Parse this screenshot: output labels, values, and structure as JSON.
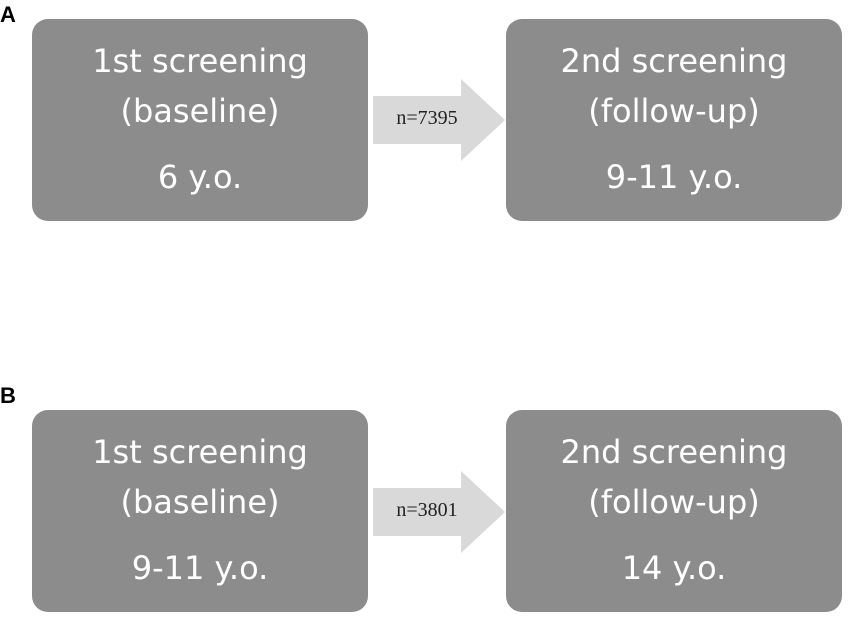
{
  "panels": [
    {
      "label": "A",
      "left_box": {
        "line1": "1st screening",
        "line2": "(baseline)",
        "line3": "6 y.o."
      },
      "arrow": {
        "text": "n=7395"
      },
      "right_box": {
        "line1": "2nd screening",
        "line2": "(follow-up)",
        "line3": "9-11 y.o."
      }
    },
    {
      "label": "B",
      "left_box": {
        "line1": "1st screening",
        "line2": "(baseline)",
        "line3": "9-11 y.o."
      },
      "arrow": {
        "text": "n=3801"
      },
      "right_box": {
        "line1": "2nd screening",
        "line2": "(follow-up)",
        "line3": "14 y.o."
      }
    }
  ],
  "colors": {
    "box_fill": "#8c8c8c",
    "box_text": "#ffffff",
    "arrow_fill": "#d9d9d9",
    "arrow_text": "#222222"
  }
}
